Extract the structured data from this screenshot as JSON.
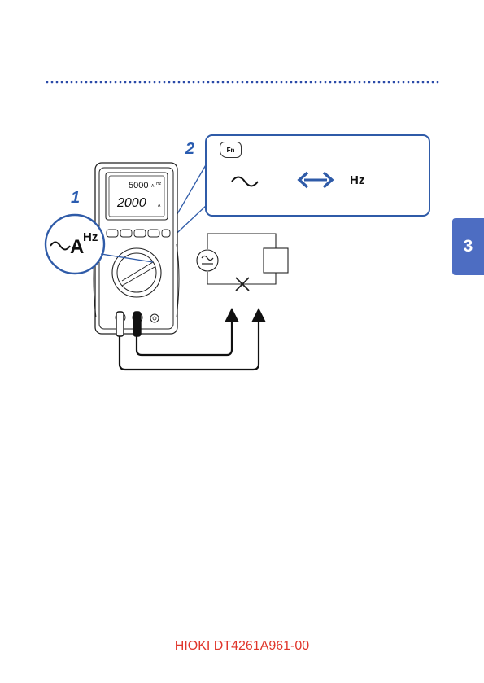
{
  "steps": {
    "step1": "1",
    "step2": "2"
  },
  "lens": {
    "mode_symbol": "~",
    "unit": "A",
    "superscript": "Hz"
  },
  "meter_display": {
    "sub_value": "5000",
    "main_value": "2000"
  },
  "callout": {
    "key_label": "Fn",
    "hz_label": "Hz",
    "swap_icon": "double-arrow-icon",
    "ac_icon": "ac-wave-icon"
  },
  "chapter_tab": "3",
  "footer": "HIOKI DT4261A961-00",
  "colors": {
    "accent": "#2f5ba8",
    "tab": "#4d6dc2",
    "footer": "#e0362b"
  }
}
